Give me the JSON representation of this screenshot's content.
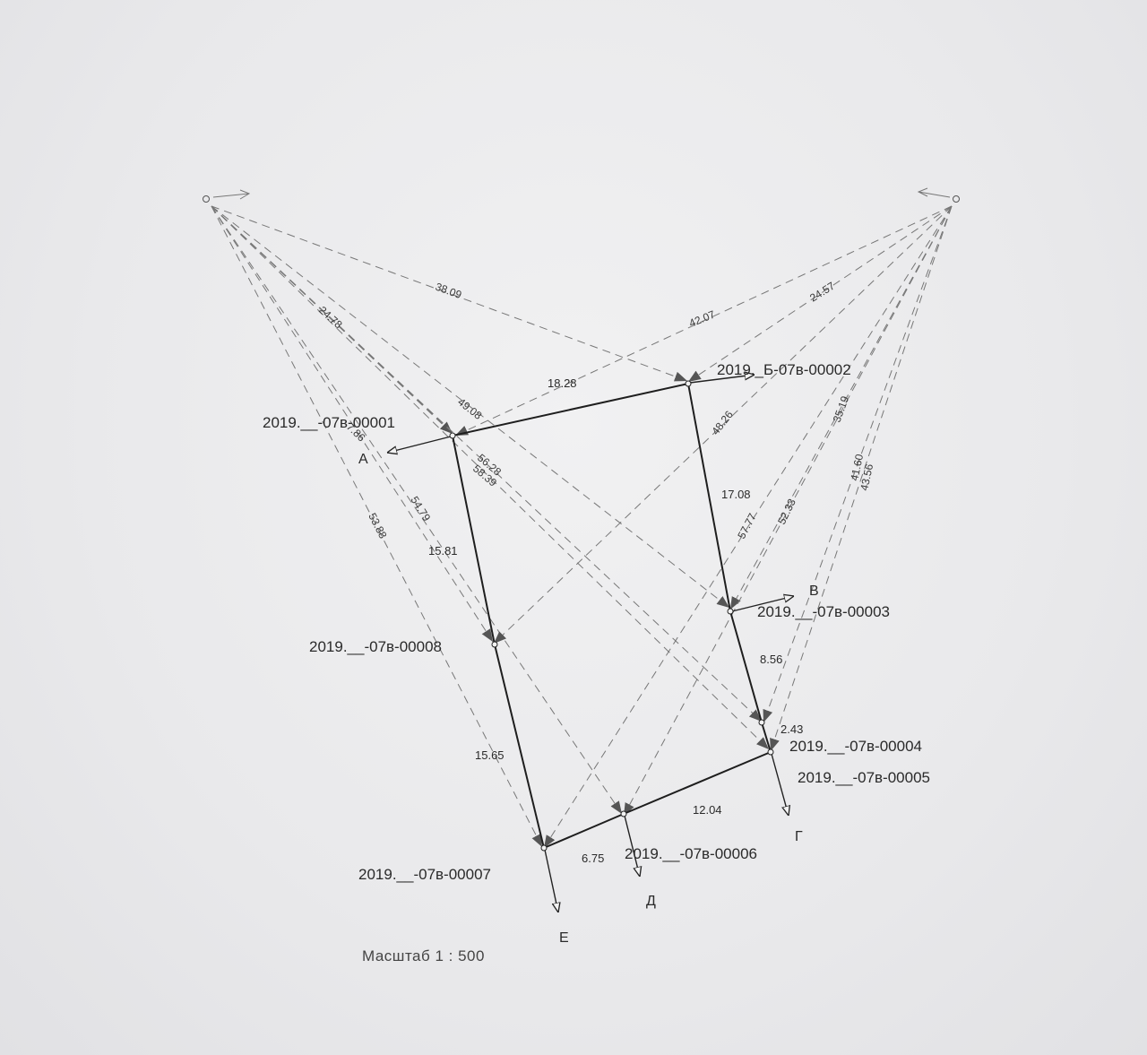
{
  "points": [
    {
      "id": "p1",
      "label": "2019.__-07в-00001"
    },
    {
      "id": "p2",
      "label": "2019._Б-07в-00002"
    },
    {
      "id": "p3",
      "label": "2019.__-07в-00003"
    },
    {
      "id": "p4",
      "label": "2019.__-07в-00004"
    },
    {
      "id": "p5",
      "label": "2019.__-07в-00005"
    },
    {
      "id": "p6",
      "label": "2019.__-07в-00006"
    },
    {
      "id": "p7",
      "label": "2019.__-07в-00007"
    },
    {
      "id": "p8",
      "label": "2019.__-07в-00008"
    }
  ],
  "directions": [
    "А",
    "В",
    "Г",
    "Д",
    "Е"
  ],
  "sides": [
    "18.28",
    "17.08",
    "8.56",
    "2.43",
    "12.04",
    "6.75",
    "15.65",
    "15.81"
  ],
  "dashed_left": [
    "38.09",
    "24.78",
    "49.08",
    "56.28",
    "58.39",
    "54.79",
    "53.88",
    "7.86"
  ],
  "dashed_right": [
    "42.07",
    "24.57",
    "48.26",
    "35.19",
    "41.60",
    "43.56",
    "52.33",
    "57.77"
  ],
  "scale": "Масштаб 1 : 500"
}
